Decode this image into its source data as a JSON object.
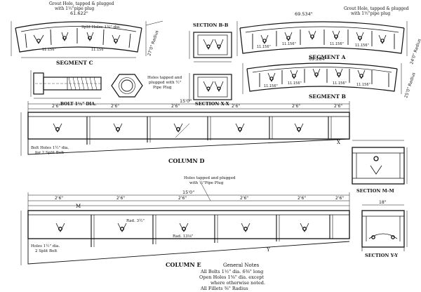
{
  "segment_c": {
    "caption": "SEGMENT C",
    "note_grout": "Grout Hole, tapped & plugged",
    "note_pipe": "with 1½\"pipe plug",
    "dim_top": "61.622\"",
    "note_split": "Split Holes 1¼\" dia.",
    "dims": [
      "11.156\"",
      "11.156\""
    ],
    "radius": "27'0\" Radius"
  },
  "section_bb": {
    "caption": "SECTION B-B"
  },
  "section_xx": {
    "caption": "SECTION X-X"
  },
  "segment_a": {
    "caption": "SEGMENT A",
    "dim_top": "69.534\"",
    "note_grout": "Grout Hole, tapped & plugged",
    "note_pipe": "with 1½\"pipe plug",
    "dims": [
      "11.156\"",
      "11.156\"",
      "11.156\"",
      "11.156\""
    ],
    "radius": "24'0\" Radius"
  },
  "segment_b": {
    "caption": "SEGMENT B",
    "dim_top": "69.284\"",
    "dims": [
      "11.156\"",
      "11.156\"",
      "11.156\"",
      "11.156\""
    ],
    "radius": "25'0\" Radius"
  },
  "bolt": {
    "caption": "BOLT 1½\" DIA.",
    "note_holes": "Holes tapped and",
    "note_plugged": "plugged with ½\"",
    "note_pipe": "Pipe Plug"
  },
  "column_d": {
    "caption": "COLUMN D",
    "overall": "15'0\"",
    "spans": [
      "2'6\"",
      "2'6\"",
      "2'6\"",
      "2'6\"",
      "2'6\"",
      "2'6\""
    ],
    "note_bolt": "Bolt Holes 1½\" dia.",
    "note_split": "for 2 Split Bolt",
    "mark_x": "X"
  },
  "section_mm": {
    "caption": "SECTION M-M"
  },
  "column_e": {
    "caption": "COLUMN E",
    "overall": "15'0\"",
    "note_top": "Holes tapped and plugged",
    "note_top2": "with ½\"Pipe Plug",
    "spans": [
      "2'6\"",
      "2'6\"",
      "2'6\"",
      "2'6\"",
      "2'6\"",
      "2'6\""
    ],
    "note_holes": "Holes 1½\" dia.",
    "note_split": "2 Split Bolt",
    "rad_a": "Rad. 3½\"",
    "rad_b": "Rad. 13⅛\"",
    "mark_m": "M",
    "mark_y": "Y"
  },
  "section_yy": {
    "caption": "SECTION Y-Y",
    "dim_top": "18\""
  },
  "notes": {
    "heading": "General Notes",
    "lines": [
      "All Bolts 1½\" dia. 6⅜\" long",
      "Open Holes 1⅝\" dia. except",
      "where otherwise noted.",
      "All Fillets ⅜\" Radius"
    ]
  }
}
